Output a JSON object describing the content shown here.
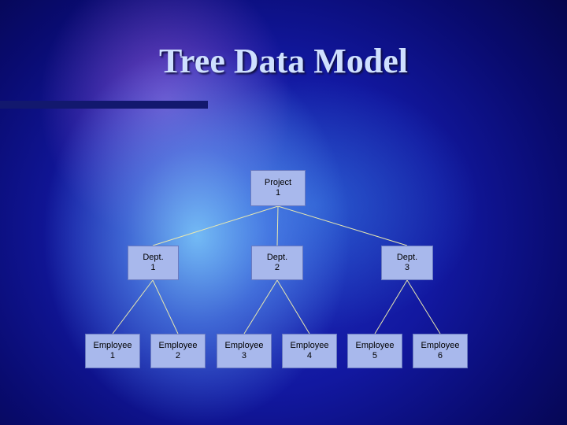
{
  "slide": {
    "title": "Tree Data Model"
  },
  "tree": {
    "root": {
      "label": "Project\n1"
    },
    "departments": [
      {
        "label": "Dept.\n1"
      },
      {
        "label": "Dept.\n2"
      },
      {
        "label": "Dept.\n3"
      }
    ],
    "employees": [
      {
        "label": "Employee\n1"
      },
      {
        "label": "Employee\n2"
      },
      {
        "label": "Employee\n3"
      },
      {
        "label": "Employee\n4"
      },
      {
        "label": "Employee\n5"
      },
      {
        "label": "Employee\n6"
      }
    ]
  },
  "colors": {
    "node_fill": "#a8b8ec",
    "connector": "#e8e8b0"
  }
}
